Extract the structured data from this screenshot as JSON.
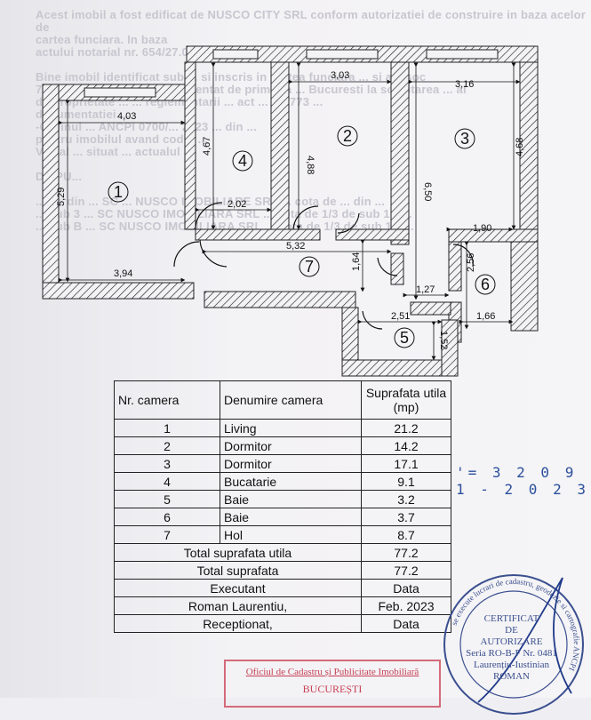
{
  "background_text": "Acest imobil a fost edificat de NUSCO CITY SRL conform autorizatiei de construire in baza acelor de\ncartea funciara. In baza\nactului notarial nr. 654/27.04.2015\n\nBine imobil identificat sub ... si inscris in cartea funciara ... si ale soc\n7/1000 din terenul .... reglementat de primaria ... Bucuresti la solicitarea ... al\nde proprietate ... ... reglementarii ... act ... nr. 773 ...\ndocumentatiei ...\n-Ordinul ... ANCPI 0700/... 2023 ... din ...\npentru imobilul avand codul ...\nVaclal ... situat ... actualul ...\n\nDISPU...\n\n... nr. din ... SC ... NUSCO IMOBILIARE SRL ... cota de ... din ...\n... sub 3 ... SC NUSCO IMOBILIARA SRL ... cota de 1/3 de sub 1B ...\n... sub B ... SC NUSCO IMOBILIARA SRL ... cota de 1/3 de sub 1C ...",
  "plan": {
    "rooms": [
      {
        "num": "1",
        "dims": [
          "4,03",
          "5,29",
          "3,94"
        ]
      },
      {
        "num": "2",
        "dims": [
          "3,03",
          "4,88"
        ]
      },
      {
        "num": "3",
        "dims": [
          "3,16",
          "4,68",
          "6,50",
          "1,90"
        ]
      },
      {
        "num": "4",
        "dims": [
          "4,67",
          "2,02"
        ]
      },
      {
        "num": "5",
        "dims": [
          "2,51",
          "1,52"
        ]
      },
      {
        "num": "6",
        "dims": [
          "2,56",
          "1,66"
        ]
      },
      {
        "num": "7",
        "dims": [
          "5,32",
          "1,64",
          "1,27"
        ]
      }
    ]
  },
  "table": {
    "headers": {
      "nr": "Nr. camera",
      "name": "Denumire camera",
      "area": "Suprafata utila (mp)"
    },
    "rows": [
      {
        "nr": "1",
        "name": "Living",
        "area": "21.2"
      },
      {
        "nr": "2",
        "name": "Dormitor",
        "area": "14.2"
      },
      {
        "nr": "3",
        "name": "Dormitor",
        "area": "17.1"
      },
      {
        "nr": "4",
        "name": "Bucatarie",
        "area": "9.1"
      },
      {
        "nr": "5",
        "name": "Baie",
        "area": "3.2"
      },
      {
        "nr": "6",
        "name": "Baie",
        "area": "3.7"
      },
      {
        "nr": "7",
        "name": "Hol",
        "area": "8.7"
      }
    ],
    "total_util_label": "Total suprafata utila",
    "total_util_value": "77.2",
    "total_label": "Total suprafata",
    "total_value": "77.2",
    "executant_label": "Executant",
    "data_label": "Data",
    "executant_name": "Roman Laurentiu,",
    "executant_date": "Feb. 2023",
    "receptionat_label": "Receptionat,",
    "receptionat_data": "Data"
  },
  "stamp_number": "'= 3 2 0 9 1 - 2 0 2 3",
  "red_stamp": {
    "line1": "Oficiul de Cadastru și Publicitate Imobiliară",
    "line2": "BUCUREȘTI"
  },
  "seal": {
    "ring_text": "se execute lucrari de cadastru, geodezie si cartografie ANCPI",
    "line1": "CERTIFICAT",
    "line2": "DE",
    "line3": "AUTORIZARE",
    "line4": "Seria RO-B-F Nr. 0481",
    "line5": "Laurențiu-Iustinian",
    "line6": "ROMAN"
  },
  "colors": {
    "ink": "#111111",
    "seal_blue": "#3a4f8f",
    "stamp_red": "#c74055",
    "pen_blue": "#2a4f9b"
  }
}
